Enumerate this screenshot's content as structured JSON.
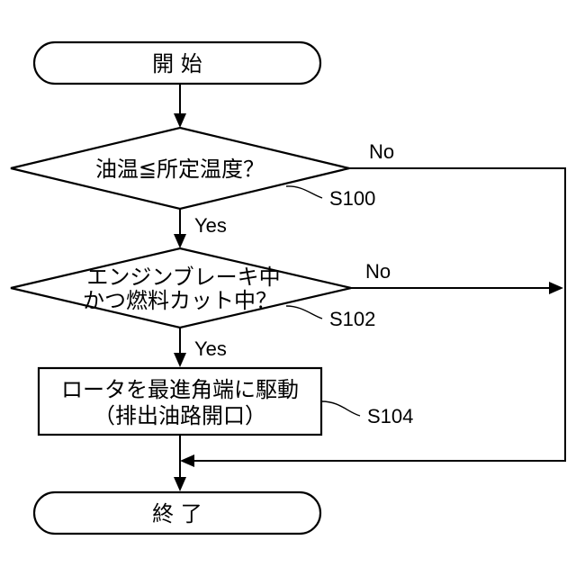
{
  "nodes": {
    "start": {
      "label": "開 始"
    },
    "decision1": {
      "label": "油温≦所定温度？",
      "step": "S100"
    },
    "decision2": {
      "line1": "エンジンブレーキ中",
      "line2": "かつ燃料カット中？",
      "step": "S102"
    },
    "process": {
      "line1": "ロータを最進角端に駆動",
      "line2": "（排出油路開口）",
      "step": "S104"
    },
    "end": {
      "label": "終 了"
    }
  },
  "edges": {
    "d1_yes": "Yes",
    "d1_no": "No",
    "d2_yes": "Yes",
    "d2_no": "No"
  }
}
